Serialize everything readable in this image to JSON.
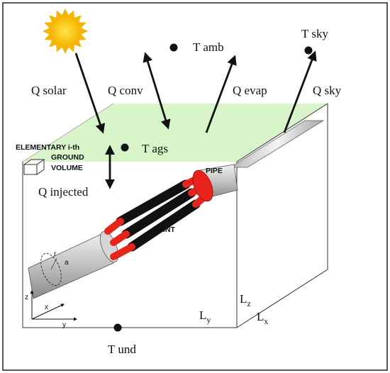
{
  "labels": {
    "q_solar": "Q solar",
    "q_conv": "Q conv",
    "t_amb": "T amb",
    "q_evap": "Q evap",
    "t_sky": "T sky",
    "q_sky": "Q sky",
    "t_ags": "T ags",
    "elementary_1": "ELEMENTARY i-th",
    "elementary_2": "GROUND",
    "elementary_3": "VOLUME",
    "q_injected": "Q injected",
    "pipe": "PIPE",
    "joint": "JOINT",
    "r": "r",
    "a": "a",
    "axis_z": "z",
    "axis_x": "x",
    "axis_y": "y",
    "lz": "L",
    "lz_sub": "z",
    "ly": "L",
    "ly_sub": "y",
    "lx": "L",
    "lx_sub": "x",
    "t_und": "T und"
  },
  "colors": {
    "ground_surface": "#d8f5c9",
    "pipe_red": "#e8231c",
    "pipe_black": "#111111",
    "sun_core": "#f7c600",
    "sun_ray": "#f5b400"
  }
}
